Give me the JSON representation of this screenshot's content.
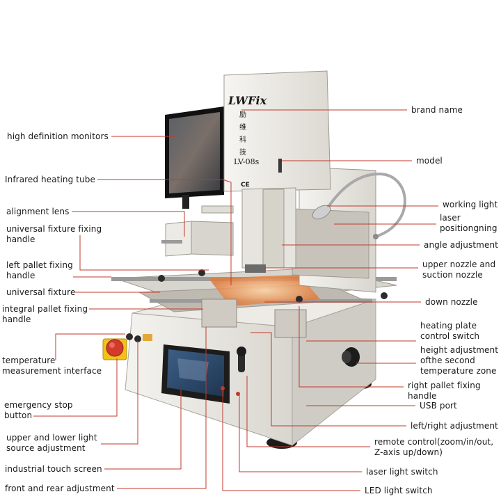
{
  "colors": {
    "leader": "#c0392b",
    "machine_body": "#e9e7e2",
    "machine_shadow": "#c9c6bf",
    "heater_glow": "#f0a060",
    "screen": "#2e4a6b",
    "estop": "#d33a2c",
    "estop_base": "#f2c21a"
  },
  "machine": {
    "brand_logo": "LWFix",
    "brand_chinese": [
      "励",
      "维",
      "科",
      "技"
    ],
    "model_text": "LV-08s",
    "ce_mark": "CE"
  },
  "labels": {
    "left": [
      {
        "id": "high-definition-monitors",
        "lines": [
          "high definition monitors"
        ]
      },
      {
        "id": "infrared-heating-tube",
        "lines": [
          "Infrared heating tube"
        ]
      },
      {
        "id": "alignment-lens",
        "lines": [
          "alignment lens"
        ]
      },
      {
        "id": "universal-fixture-fixing-handle",
        "lines": [
          "universal fixture fixing",
          "handle"
        ]
      },
      {
        "id": "left-pallet-fixing-handle",
        "lines": [
          "left pallet fixing",
          "handle"
        ]
      },
      {
        "id": "universal-fixture",
        "lines": [
          "universal fixture"
        ]
      },
      {
        "id": "integral-pallet-fixing-handle",
        "lines": [
          "integral pallet fixing",
          "handle"
        ]
      },
      {
        "id": "temperature-measurement-interface",
        "lines": [
          "temperature",
          "measurement interface"
        ]
      },
      {
        "id": "emergency-stop-button",
        "lines": [
          "emergency stop",
          "button"
        ]
      },
      {
        "id": "light-source-adjustment",
        "lines": [
          "upper and lower light",
          "source adjustment"
        ]
      },
      {
        "id": "industrial-touch-screen",
        "lines": [
          "industrial touch screen"
        ]
      },
      {
        "id": "front-and-rear-adjustment",
        "lines": [
          "front and rear adjustment"
        ]
      }
    ],
    "right": [
      {
        "id": "brand-name",
        "lines": [
          "brand name"
        ]
      },
      {
        "id": "model",
        "lines": [
          "model"
        ]
      },
      {
        "id": "working-light",
        "lines": [
          "working light"
        ]
      },
      {
        "id": "laser-positioning",
        "lines": [
          "laser",
          "positiongning"
        ]
      },
      {
        "id": "angle-adjustment",
        "lines": [
          "angle adjustment"
        ]
      },
      {
        "id": "upper-nozzle",
        "lines": [
          "upper nozzle and",
          "suction nozzle"
        ]
      },
      {
        "id": "down-nozzle",
        "lines": [
          "down nozzle"
        ]
      },
      {
        "id": "heating-plate-control-switch",
        "lines": [
          "heating plate",
          "control switch"
        ]
      },
      {
        "id": "height-adjustment",
        "lines": [
          "height adjustment",
          "ofthe second",
          "temperature zone"
        ]
      },
      {
        "id": "right-pallet-fixing-handle",
        "lines": [
          "right pallet fixing",
          "handle"
        ]
      },
      {
        "id": "usb-port",
        "lines": [
          "USB port"
        ]
      },
      {
        "id": "left-right-adjustment",
        "lines": [
          "left/right adjustment"
        ]
      },
      {
        "id": "remote-control",
        "lines": [
          "remote control(zoom/in/out,",
          "Z-axis up/down)"
        ]
      },
      {
        "id": "laser-light-switch",
        "lines": [
          "laser light switch"
        ]
      },
      {
        "id": "led-light-switch",
        "lines": [
          "LED light switch"
        ]
      }
    ]
  }
}
